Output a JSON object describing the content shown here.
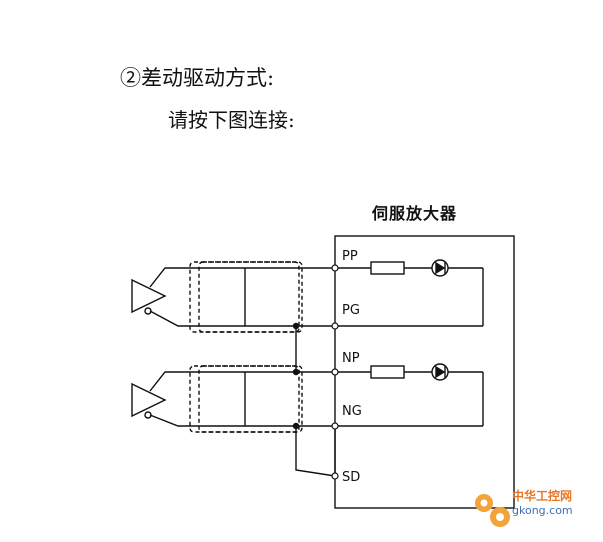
{
  "heading": "②差动驱动方式:",
  "subheading": "请按下图连接:",
  "amplifier_title": "伺服放大器",
  "pins": {
    "pp": "PP",
    "pg": "PG",
    "np": "NP",
    "ng": "NG",
    "sd": "SD"
  },
  "watermark": {
    "site_name": "中华工控网",
    "url": "gkong.com"
  }
}
